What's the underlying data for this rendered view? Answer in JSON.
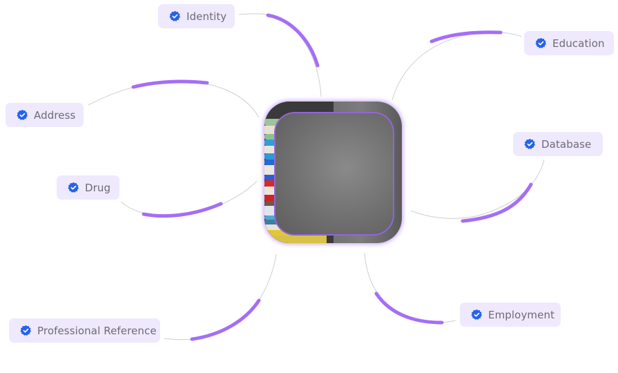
{
  "center": {
    "image": "stack-of-books",
    "accent": "#a46ef7"
  },
  "nodes": [
    {
      "id": "identity",
      "label": "Identity",
      "icon": "verified-check-icon"
    },
    {
      "id": "education",
      "label": "Education",
      "icon": "verified-check-icon"
    },
    {
      "id": "address",
      "label": "Address",
      "icon": "verified-check-icon"
    },
    {
      "id": "database",
      "label": "Database",
      "icon": "verified-check-icon"
    },
    {
      "id": "drug",
      "label": "Drug",
      "icon": "verified-check-icon"
    },
    {
      "id": "professional-reference",
      "label": "Professional Reference",
      "icon": "verified-check-icon"
    },
    {
      "id": "employment",
      "label": "Employment",
      "icon": "verified-check-icon"
    }
  ],
  "colors": {
    "pill_bg": "#efe9fd",
    "text": "#6e6a75",
    "check": "#2563eb",
    "accent_line": "#a46ef7",
    "thin_line": "#c8c8c8"
  }
}
